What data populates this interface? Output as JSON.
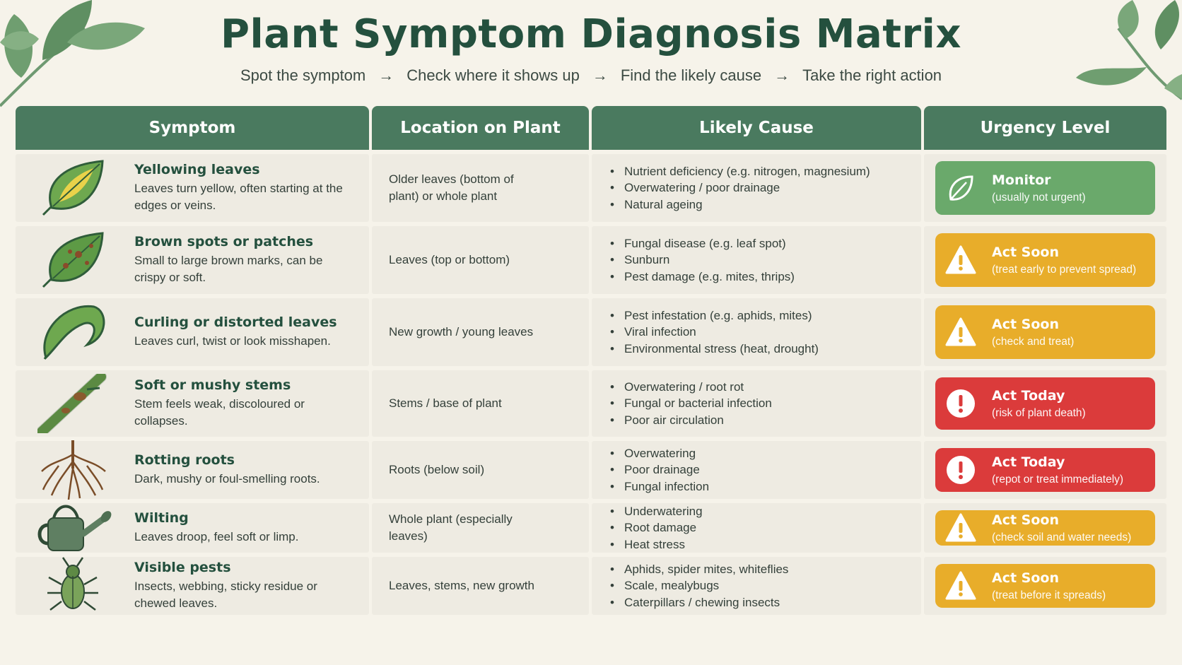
{
  "title": "Plant Symptom Diagnosis Matrix",
  "steps": [
    "Spot the symptom",
    "Check where it shows up",
    "Find the likely cause",
    "Take the right action"
  ],
  "arrow": "→",
  "headers": [
    "Symptom",
    "Location on Plant",
    "Likely Cause",
    "Urgency Level"
  ],
  "colors": {
    "header": "#4a7a5f",
    "monitor": "#6aa96b",
    "act_soon": "#e8ad2a",
    "act_today": "#db3b3b",
    "title": "#24503e"
  },
  "rows": [
    {
      "icon": "yellow-leaf-icon",
      "title": "Yellowing leaves",
      "desc": "Leaves turn yellow, often starting at the edges or veins.",
      "location": "Older leaves (bottom of plant) or whole plant",
      "causes": [
        "Nutrient deficiency (e.g. nitrogen, magnesium)",
        "Overwatering / poor drainage",
        "Natural ageing"
      ],
      "urgency": {
        "level": "monitor",
        "label": "Monitor",
        "note": "(usually not urgent)"
      }
    },
    {
      "icon": "spotted-leaf-icon",
      "title": "Brown spots or patches",
      "desc": "Small to large brown marks, can be crispy or soft.",
      "location": "Leaves (top or bottom)",
      "causes": [
        "Fungal disease (e.g. leaf spot)",
        "Sunburn",
        "Pest damage (e.g. mites, thrips)"
      ],
      "urgency": {
        "level": "soon",
        "label": "Act Soon",
        "note": "(treat early to prevent spread)"
      }
    },
    {
      "icon": "curled-leaf-icon",
      "title": "Curling or distorted leaves",
      "desc": "Leaves curl, twist or look misshapen.",
      "location": "New growth / young leaves",
      "causes": [
        "Pest infestation (e.g. aphids, mites)",
        "Viral infection",
        "Environmental stress (heat, drought)"
      ],
      "urgency": {
        "level": "soon",
        "label": "Act Soon",
        "note": "(check and treat)"
      }
    },
    {
      "icon": "stem-icon",
      "title": "Soft or mushy stems",
      "desc": "Stem feels weak, discoloured or collapses.",
      "location": "Stems / base of plant",
      "causes": [
        "Overwatering / root rot",
        "Fungal or bacterial infection",
        "Poor air circulation"
      ],
      "urgency": {
        "level": "today",
        "label": "Act Today",
        "note": "(risk of plant death)"
      }
    },
    {
      "icon": "roots-icon",
      "title": "Rotting roots",
      "desc": "Dark, mushy or foul-smelling roots.",
      "location": "Roots (below soil)",
      "causes": [
        "Overwatering",
        "Poor drainage",
        "Fungal infection"
      ],
      "urgency": {
        "level": "today",
        "label": "Act Today",
        "note": "(repot or treat immediately)"
      }
    },
    {
      "icon": "watering-can-icon",
      "title": "Wilting",
      "desc": "Leaves droop, feel soft or limp.",
      "location": "Whole plant (especially leaves)",
      "causes": [
        "Underwatering",
        "Root damage",
        "Heat stress"
      ],
      "urgency": {
        "level": "soon",
        "label": "Act Soon",
        "note": "(check soil and water needs)"
      }
    },
    {
      "icon": "bug-icon",
      "title": "Visible pests",
      "desc": "Insects, webbing, sticky residue or chewed leaves.",
      "location": "Leaves, stems, new growth",
      "causes": [
        "Aphids, spider mites, whiteflies",
        "Scale, mealybugs",
        "Caterpillars / chewing insects"
      ],
      "urgency": {
        "level": "soon",
        "label": "Act Soon",
        "note": "(treat before it spreads)"
      }
    }
  ]
}
